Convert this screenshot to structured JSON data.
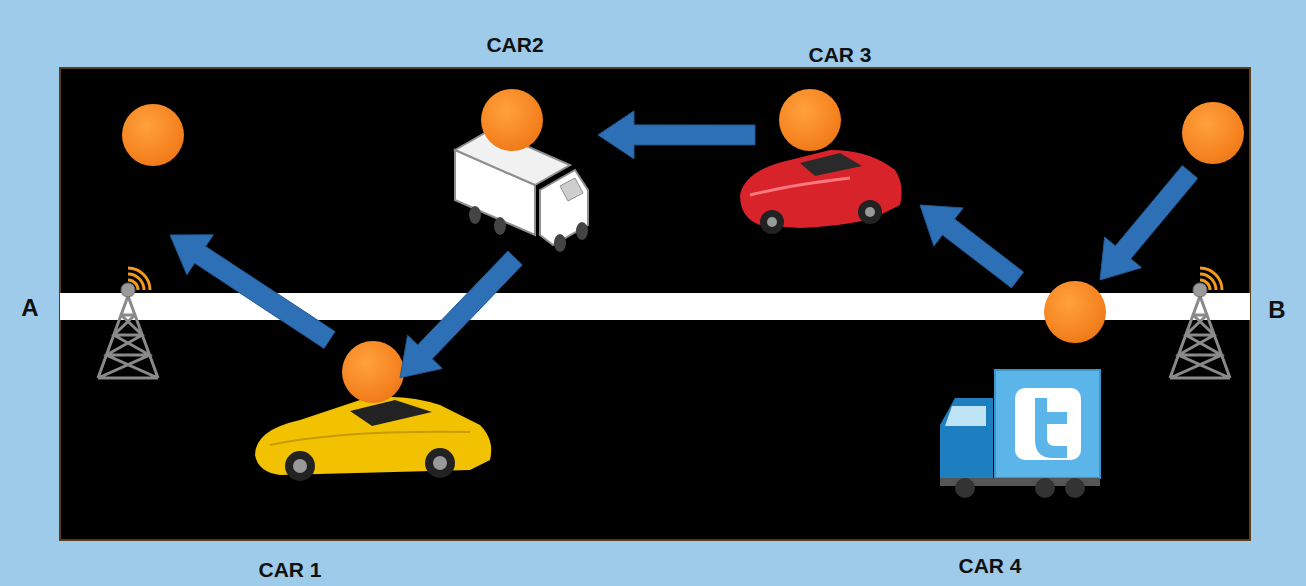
{
  "diagram": {
    "nodes": [
      {
        "text": [
          "A"
        ]
      },
      {
        "text": [
          "CAR2"
        ]
      },
      {
        "text": [
          "CAR 3"
        ]
      },
      {
        "text": [
          "B"
        ]
      },
      {
        "text": [
          "CAR 1"
        ]
      },
      {
        "text": [
          "CAR 4"
        ]
      }
    ],
    "edges": [
      {
        "from": 3,
        "to": 5,
        "arrow": "to"
      },
      {
        "from": 5,
        "to": 2,
        "arrow": "to"
      },
      {
        "from": 2,
        "to": 1,
        "arrow": "to"
      },
      {
        "from": 1,
        "to": 4,
        "arrow": "to"
      },
      {
        "from": 4,
        "to": 0,
        "arrow": "to"
      }
    ]
  }
}
